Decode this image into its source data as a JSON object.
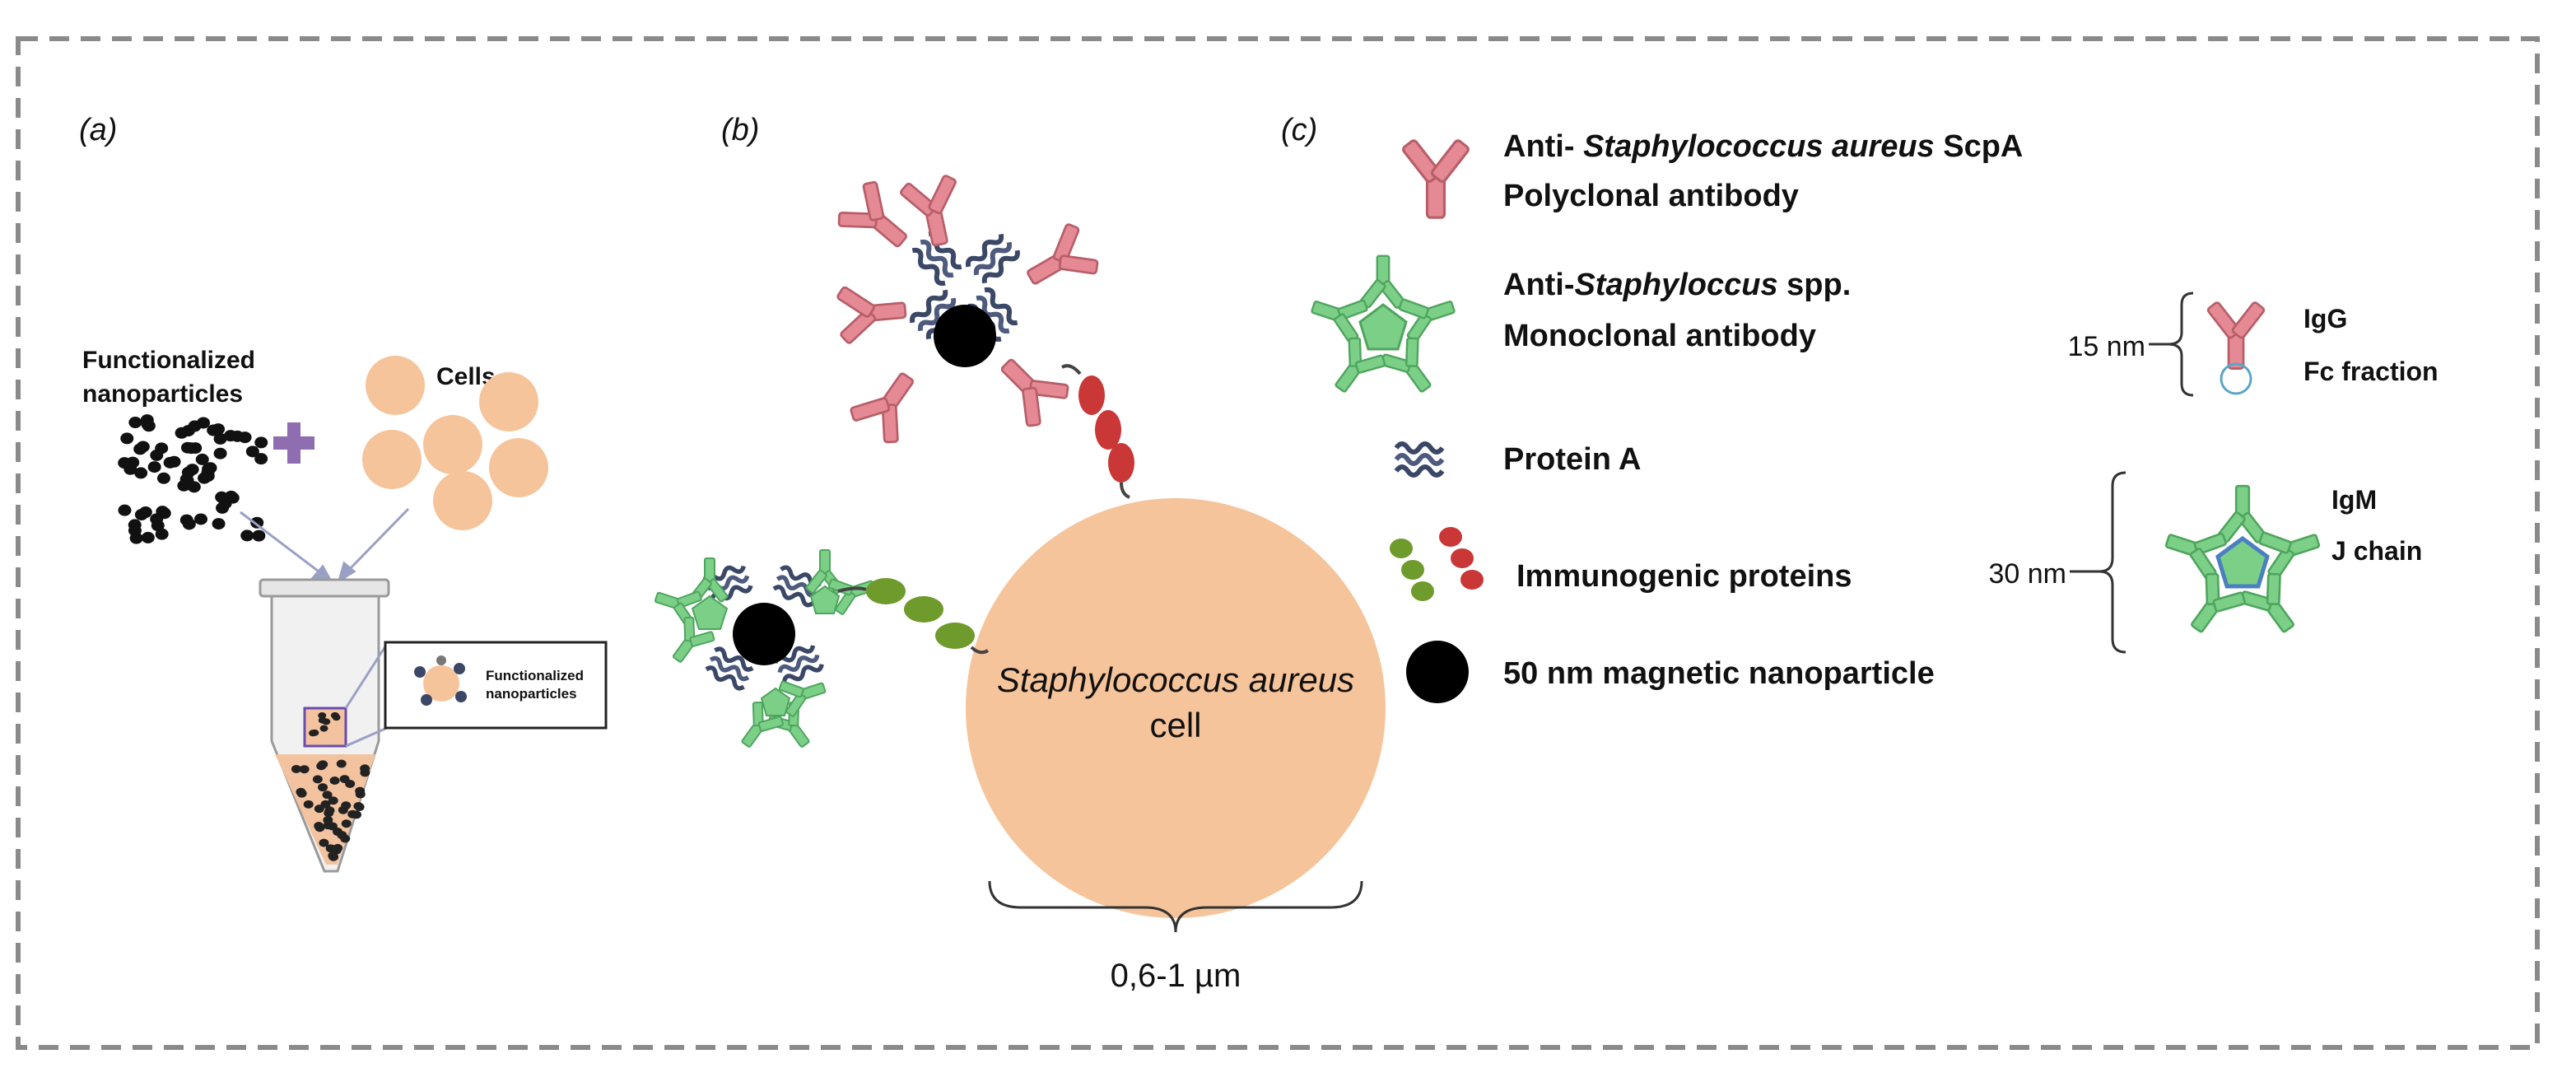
{
  "panels": {
    "a": {
      "label": "(a)",
      "functionalized_nanoparticles": [
        "Functionalized",
        "nanoparticles"
      ],
      "cells": "Cells",
      "inset_label": [
        "Functionalized",
        "nanoparticles"
      ]
    },
    "b": {
      "label": "(b)",
      "cell_name": "Staphylococcus aureus",
      "cell_word": "cell",
      "size": "0,6-1 µm"
    },
    "c": {
      "label": "(c)",
      "legend": {
        "polyclonal_line1_prefix": "Anti- ",
        "polyclonal_line1_species": "Staphylococcus aureus",
        "polyclonal_line1_suffix": " ScpA",
        "polyclonal_line2": "Polyclonal antibody",
        "monoclonal_line1_prefix": "Anti-",
        "monoclonal_line1_genus": "Staphyloccus",
        "monoclonal_line1_suffix": " spp.",
        "monoclonal_line2": "Monoclonal antibody",
        "protein_a": "Protein A",
        "immunogenic": "Immunogenic proteins",
        "nanoparticle": "50 nm magnetic nanoparticle"
      },
      "igg": {
        "size": "15 nm",
        "name": "IgG",
        "fraction": "Fc fraction"
      },
      "igm": {
        "size": "30 nm",
        "name": "IgM",
        "chain": "J chain"
      }
    }
  },
  "colors": {
    "border": "#8a8a8a",
    "cell_fill": "#f6c49b",
    "igg_red": "#e58a94",
    "igm_green": "#7ccf87",
    "protein_a": "#3b4766",
    "nanoparticle": "#000000",
    "plus": "#8e6db0"
  }
}
